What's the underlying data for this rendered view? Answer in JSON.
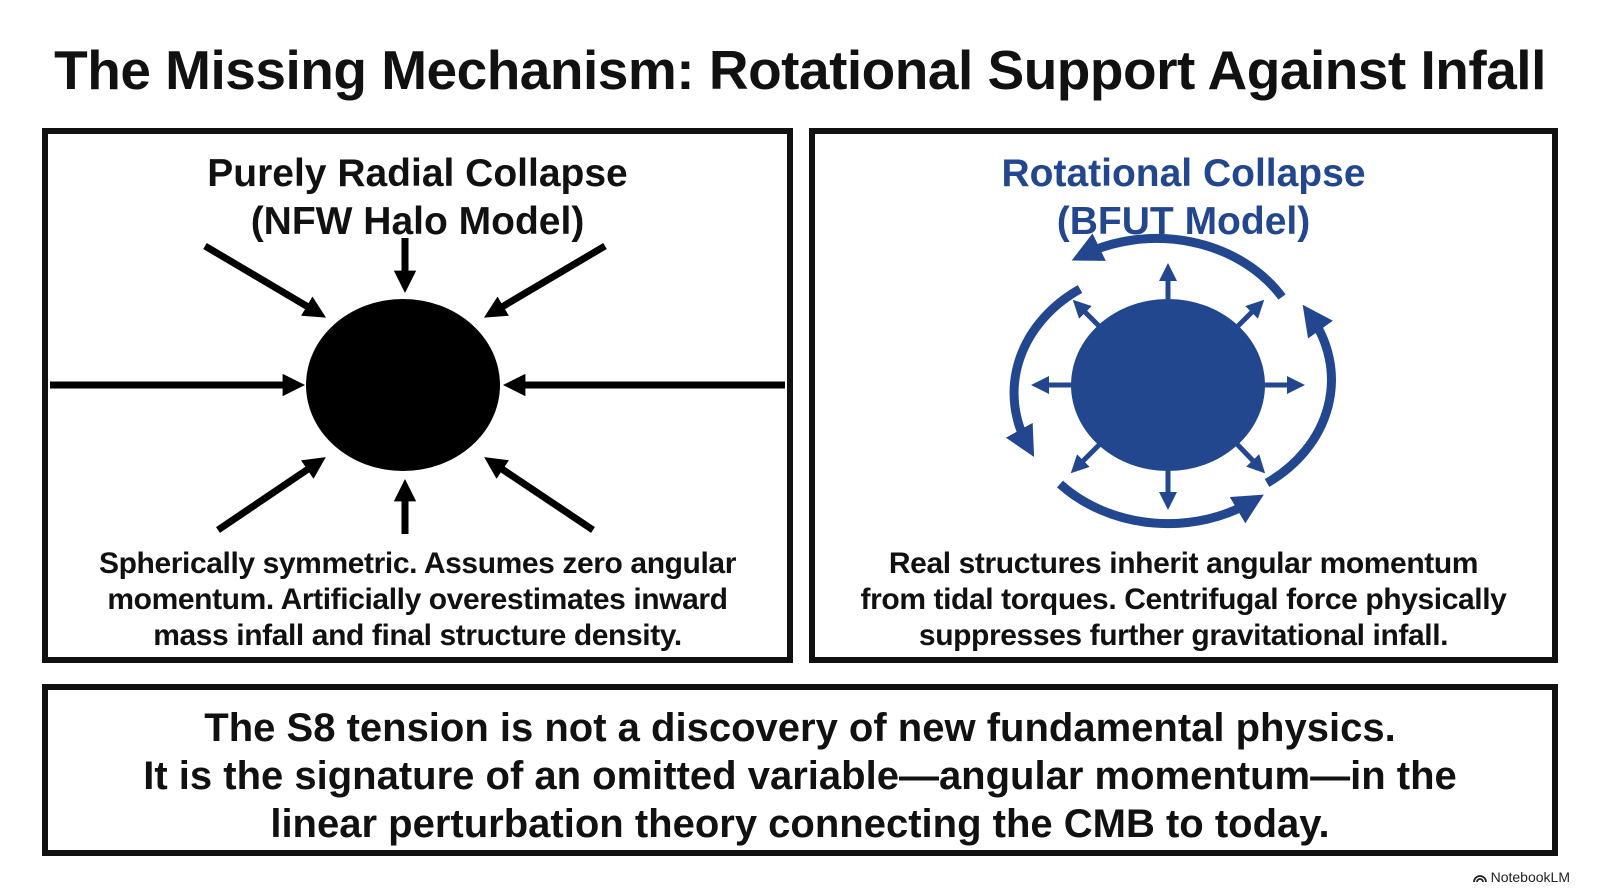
{
  "title": "The Missing Mechanism: Rotational Support Against Infall",
  "left_panel": {
    "title_line1": "Purely Radial Collapse",
    "title_line2": "(NFW Halo Model)",
    "desc_line1": "Spherically symmetric. Assumes zero angular",
    "desc_line2": "momentum. Artificially overestimates inward",
    "desc_line3": "mass infall and final structure density.",
    "color": "#000000"
  },
  "right_panel": {
    "title_line1": "Rotational Collapse",
    "title_line2": "(BFUT Model)",
    "desc_line1": "Real structures inherit angular momentum",
    "desc_line2": "from tidal torques. Centrifugal force physically",
    "desc_line3": "suppresses further gravitational infall.",
    "color": "#23478e"
  },
  "conclusion": {
    "line1": "The S8 tension is not a discovery of new fundamental physics.",
    "line2": "It is the signature of an omitted variable—angular momentum—in the",
    "line3": "linear perturbation theory connecting the CMB to today."
  },
  "branding": {
    "icon": "notebooklm-logo-icon",
    "label": "NotebookLM"
  }
}
